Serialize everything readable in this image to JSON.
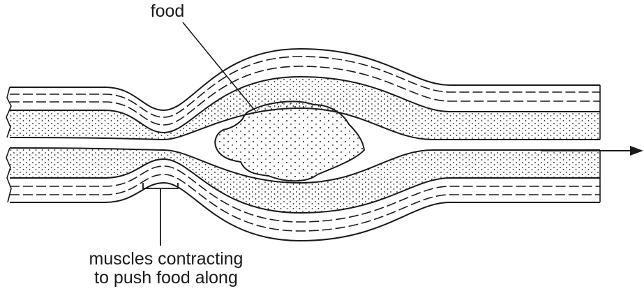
{
  "labels": {
    "food": "food",
    "muscles_line1": "muscles contracting",
    "muscles_line2": "to push food along"
  },
  "colors": {
    "ink": "#1a1a1a",
    "background": "#ffffff"
  }
}
